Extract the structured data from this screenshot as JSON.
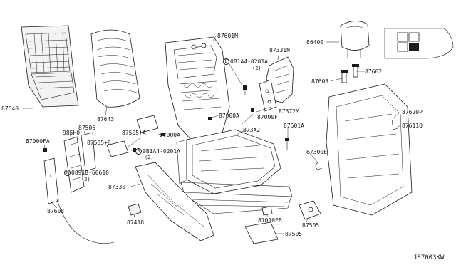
{
  "labels": {
    "seat_back_board": "87640",
    "seat_back_pad": "87643",
    "back_frame": "87601M",
    "side_trim_upper": "87331N",
    "bolt_upper": "0B1A4-0201A",
    "bolt_upper_qty": "(2)",
    "bracket_upper": "87372M",
    "clip_87000a_upper": "87000A",
    "clip_87000f": "87000F",
    "cushion_assy": "873A2",
    "screw_87501a": "87501A",
    "clip_87300e": "87300E",
    "headrest": "86400",
    "headrest_holder_a": "87603",
    "headrest_holder_b": "87602",
    "seat_cover": "87620P",
    "seat_cover_sub": "87611Q",
    "clip_87000fa": "87000FA",
    "airbag_module": "985H0",
    "airbag_bracket": "87506",
    "bracket_plus_a": "87505+A",
    "clip_87000a_lower": "87000A",
    "bracket_plus_b": "87505+B",
    "bolt_lower": "0B1A4-0201A",
    "bolt_lower_qty": "(2)",
    "nut_symbol": "N",
    "nut": "08918-60610",
    "nut_qty": "(2)",
    "side_finisher": "87330",
    "airbag_harness": "87608",
    "knob": "87418",
    "clip_87010eb": "87010EB",
    "cover_87505_right": "87505",
    "cover_87505_lower": "87505",
    "diagram_ref": "J87003KW"
  }
}
